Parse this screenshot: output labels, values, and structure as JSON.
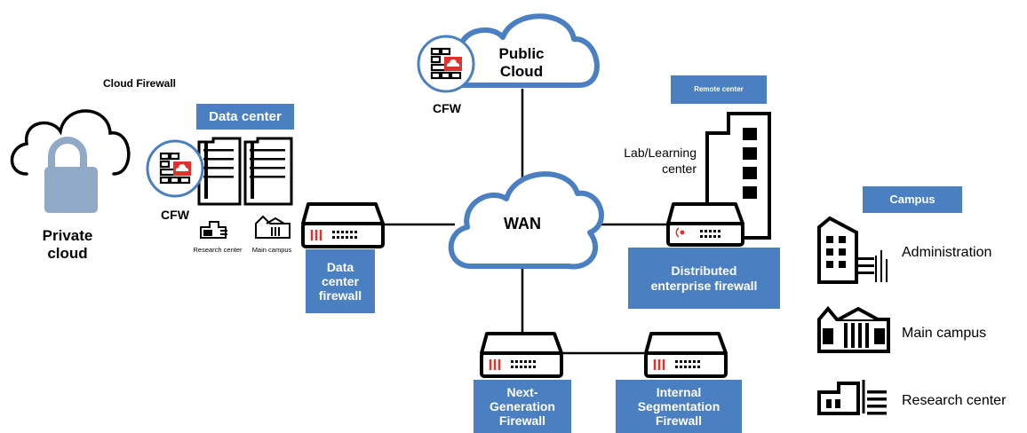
{
  "labels": {
    "cloud_firewall": "Cloud Firewall",
    "data_center": "Data center",
    "private_cloud": "Private\ncloud",
    "cfw_left": "CFW",
    "research_center_small": "Research center",
    "main_campus_small": "Main campus",
    "public_cloud": "Public\nCloud",
    "cfw_top": "CFW",
    "wan": "WAN",
    "remote_center": "Remote center",
    "lab_learning_center": "Lab/Learning\ncenter",
    "data_center_firewall": "Data\ncenter\nfirewall",
    "distributed_enterprise_firewall": "Distributed\nenterprise firewall",
    "next_generation_firewall": "Next-\nGeneration\nFirewall",
    "internal_segmentation_firewall": "Internal\nSegmentation\nFirewall",
    "campus": "Campus",
    "administration": "Administration",
    "main_campus": "Main campus",
    "research_center": "Research center"
  },
  "colors": {
    "label_blue": "#4a7fc1",
    "cloud_blue": "#4a7fc1",
    "lock_blue": "#8fa9c6",
    "firewall_red": "#e0312b"
  }
}
